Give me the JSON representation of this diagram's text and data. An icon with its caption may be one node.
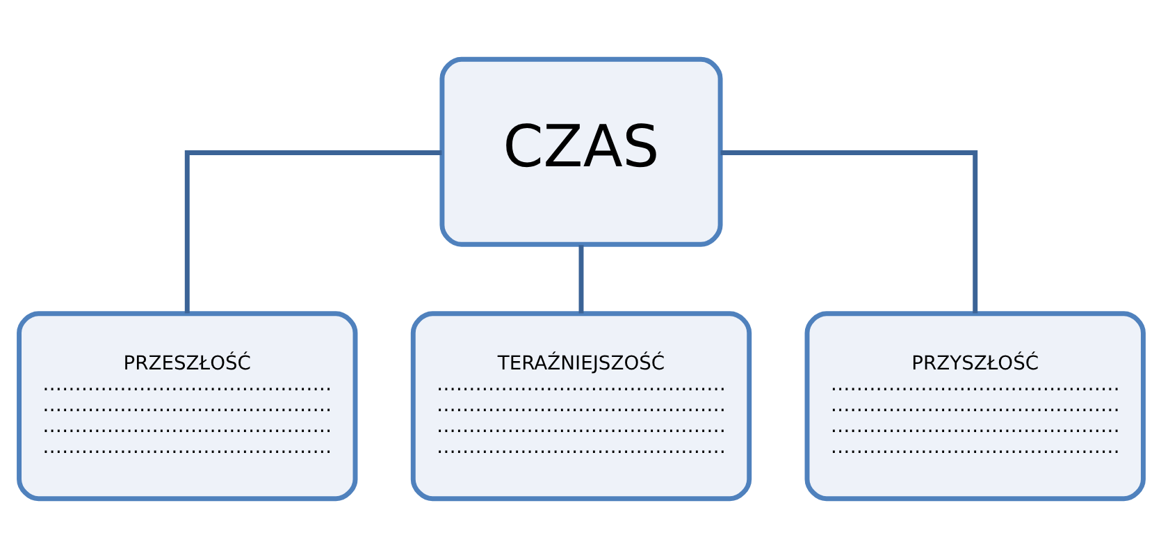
{
  "diagram": {
    "nodes": [
      {
        "text": [
          "CZAS"
        ]
      },
      {
        "text": [
          "PRZESZŁOŚĆ",
          "………………………………………",
          "………………………………………",
          "………………………………………",
          "………………………………………"
        ]
      },
      {
        "text": [
          "TERAŹNIEJSZOŚĆ",
          "………………………………………",
          "………………………………………",
          "………………………………………",
          "………………………………………"
        ]
      },
      {
        "text": [
          "PRZYSZŁOŚĆ",
          "………………………………………",
          "………………………………………",
          "………………………………………",
          "………………………………………"
        ]
      }
    ],
    "edges": [
      {
        "from": 0,
        "to": 1,
        "arrow": "none"
      },
      {
        "from": 0,
        "to": 2,
        "arrow": "none"
      },
      {
        "from": 0,
        "to": 3,
        "arrow": "none"
      }
    ]
  }
}
